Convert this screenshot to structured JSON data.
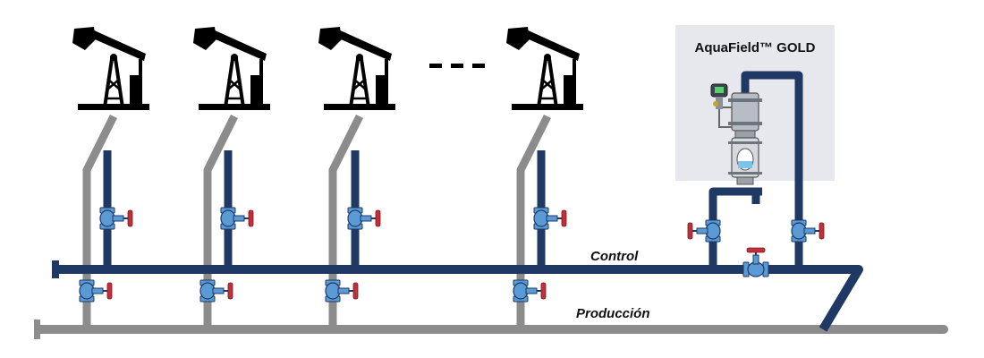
{
  "product_panel": {
    "title": "AquaField™ GOLD"
  },
  "lines": {
    "control_label": "Control",
    "production_label": "Producción"
  },
  "wells": {
    "names": [
      "pumpjack-1",
      "pumpjack-2",
      "pumpjack-3",
      "pumpjack-n"
    ],
    "ellipsis_icon": "ellipsis-dashes"
  },
  "colors": {
    "control_pipe": "#1f3864",
    "production_pipe": "#8c8c8c",
    "valve_body": "#5b9bd5",
    "valve_handle": "#c0303a",
    "panel_bg": "#e6e8ee",
    "pumpjack": "#000000"
  }
}
